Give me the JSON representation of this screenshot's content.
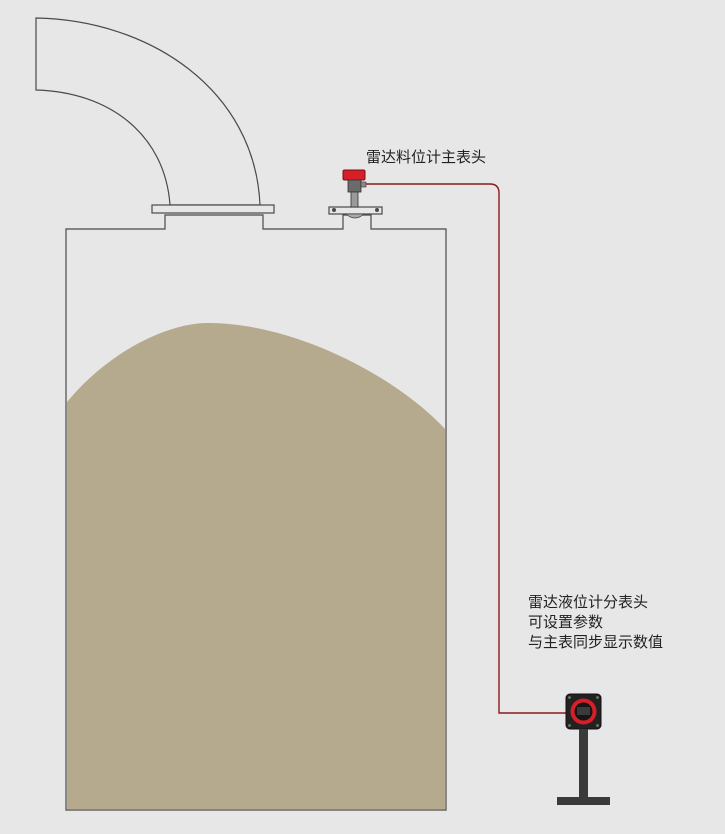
{
  "labels": {
    "main_head": "雷达料位计主表头",
    "remote_head_lines": [
      "雷达液位计分表头",
      "可设置参数",
      "与主表同步显示数值"
    ]
  },
  "colors": {
    "background": "#e7e7e7",
    "outline": "#4a4a4a",
    "material": "#b6aa8e",
    "cable": "#8b1a1a",
    "radar_head": "#d61f26",
    "display_body": "#222222",
    "display_ring": "#d61f26",
    "stand": "#3a3a3a"
  },
  "icons": {
    "radar_sensor": "radar-level-sensor-icon",
    "remote_display": "remote-display-unit-icon"
  }
}
